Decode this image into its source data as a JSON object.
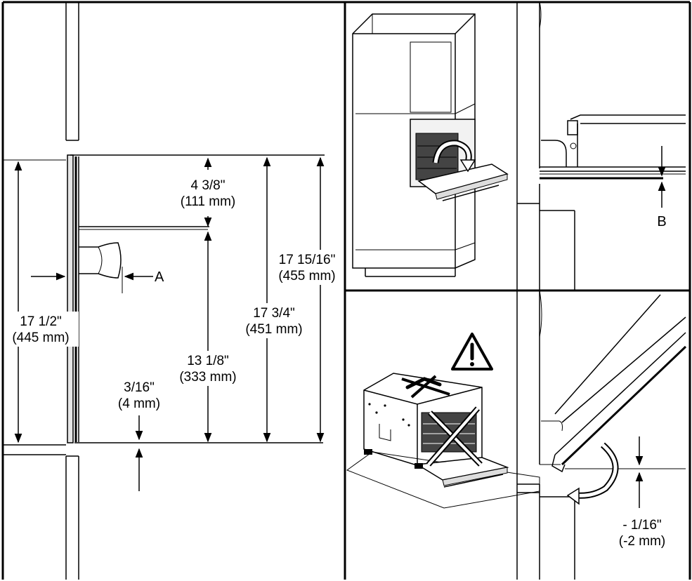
{
  "main": {
    "dimensions": {
      "top_gap": {
        "imperial": "4 3/8\"",
        "metric": "(111 mm)"
      },
      "overall_height": {
        "imperial": "17 15/16\"",
        "metric": "(455 mm)"
      },
      "cutout_height": {
        "imperial": "17 3/4\"",
        "metric": "(451 mm)"
      },
      "inner_height": {
        "imperial": "13 1/8\"",
        "metric": "(333 mm)"
      },
      "bottom_gap": {
        "imperial": "3/16\"",
        "metric": "(4 mm)"
      },
      "door_height": {
        "imperial": "17 1/2\"",
        "metric": "(445 mm)"
      }
    },
    "callouts": {
      "a": "A"
    }
  },
  "detail_top": {
    "callouts": {
      "b": "B"
    }
  },
  "detail_bottom": {
    "dimensions": {
      "offset": {
        "imperial": "- 1/16\"",
        "metric": "(-2 mm)"
      }
    }
  },
  "icons": [
    "warning-icon",
    "rotate-arrow-icon",
    "cross-mark-icon",
    "hinge-arrow-icon"
  ]
}
